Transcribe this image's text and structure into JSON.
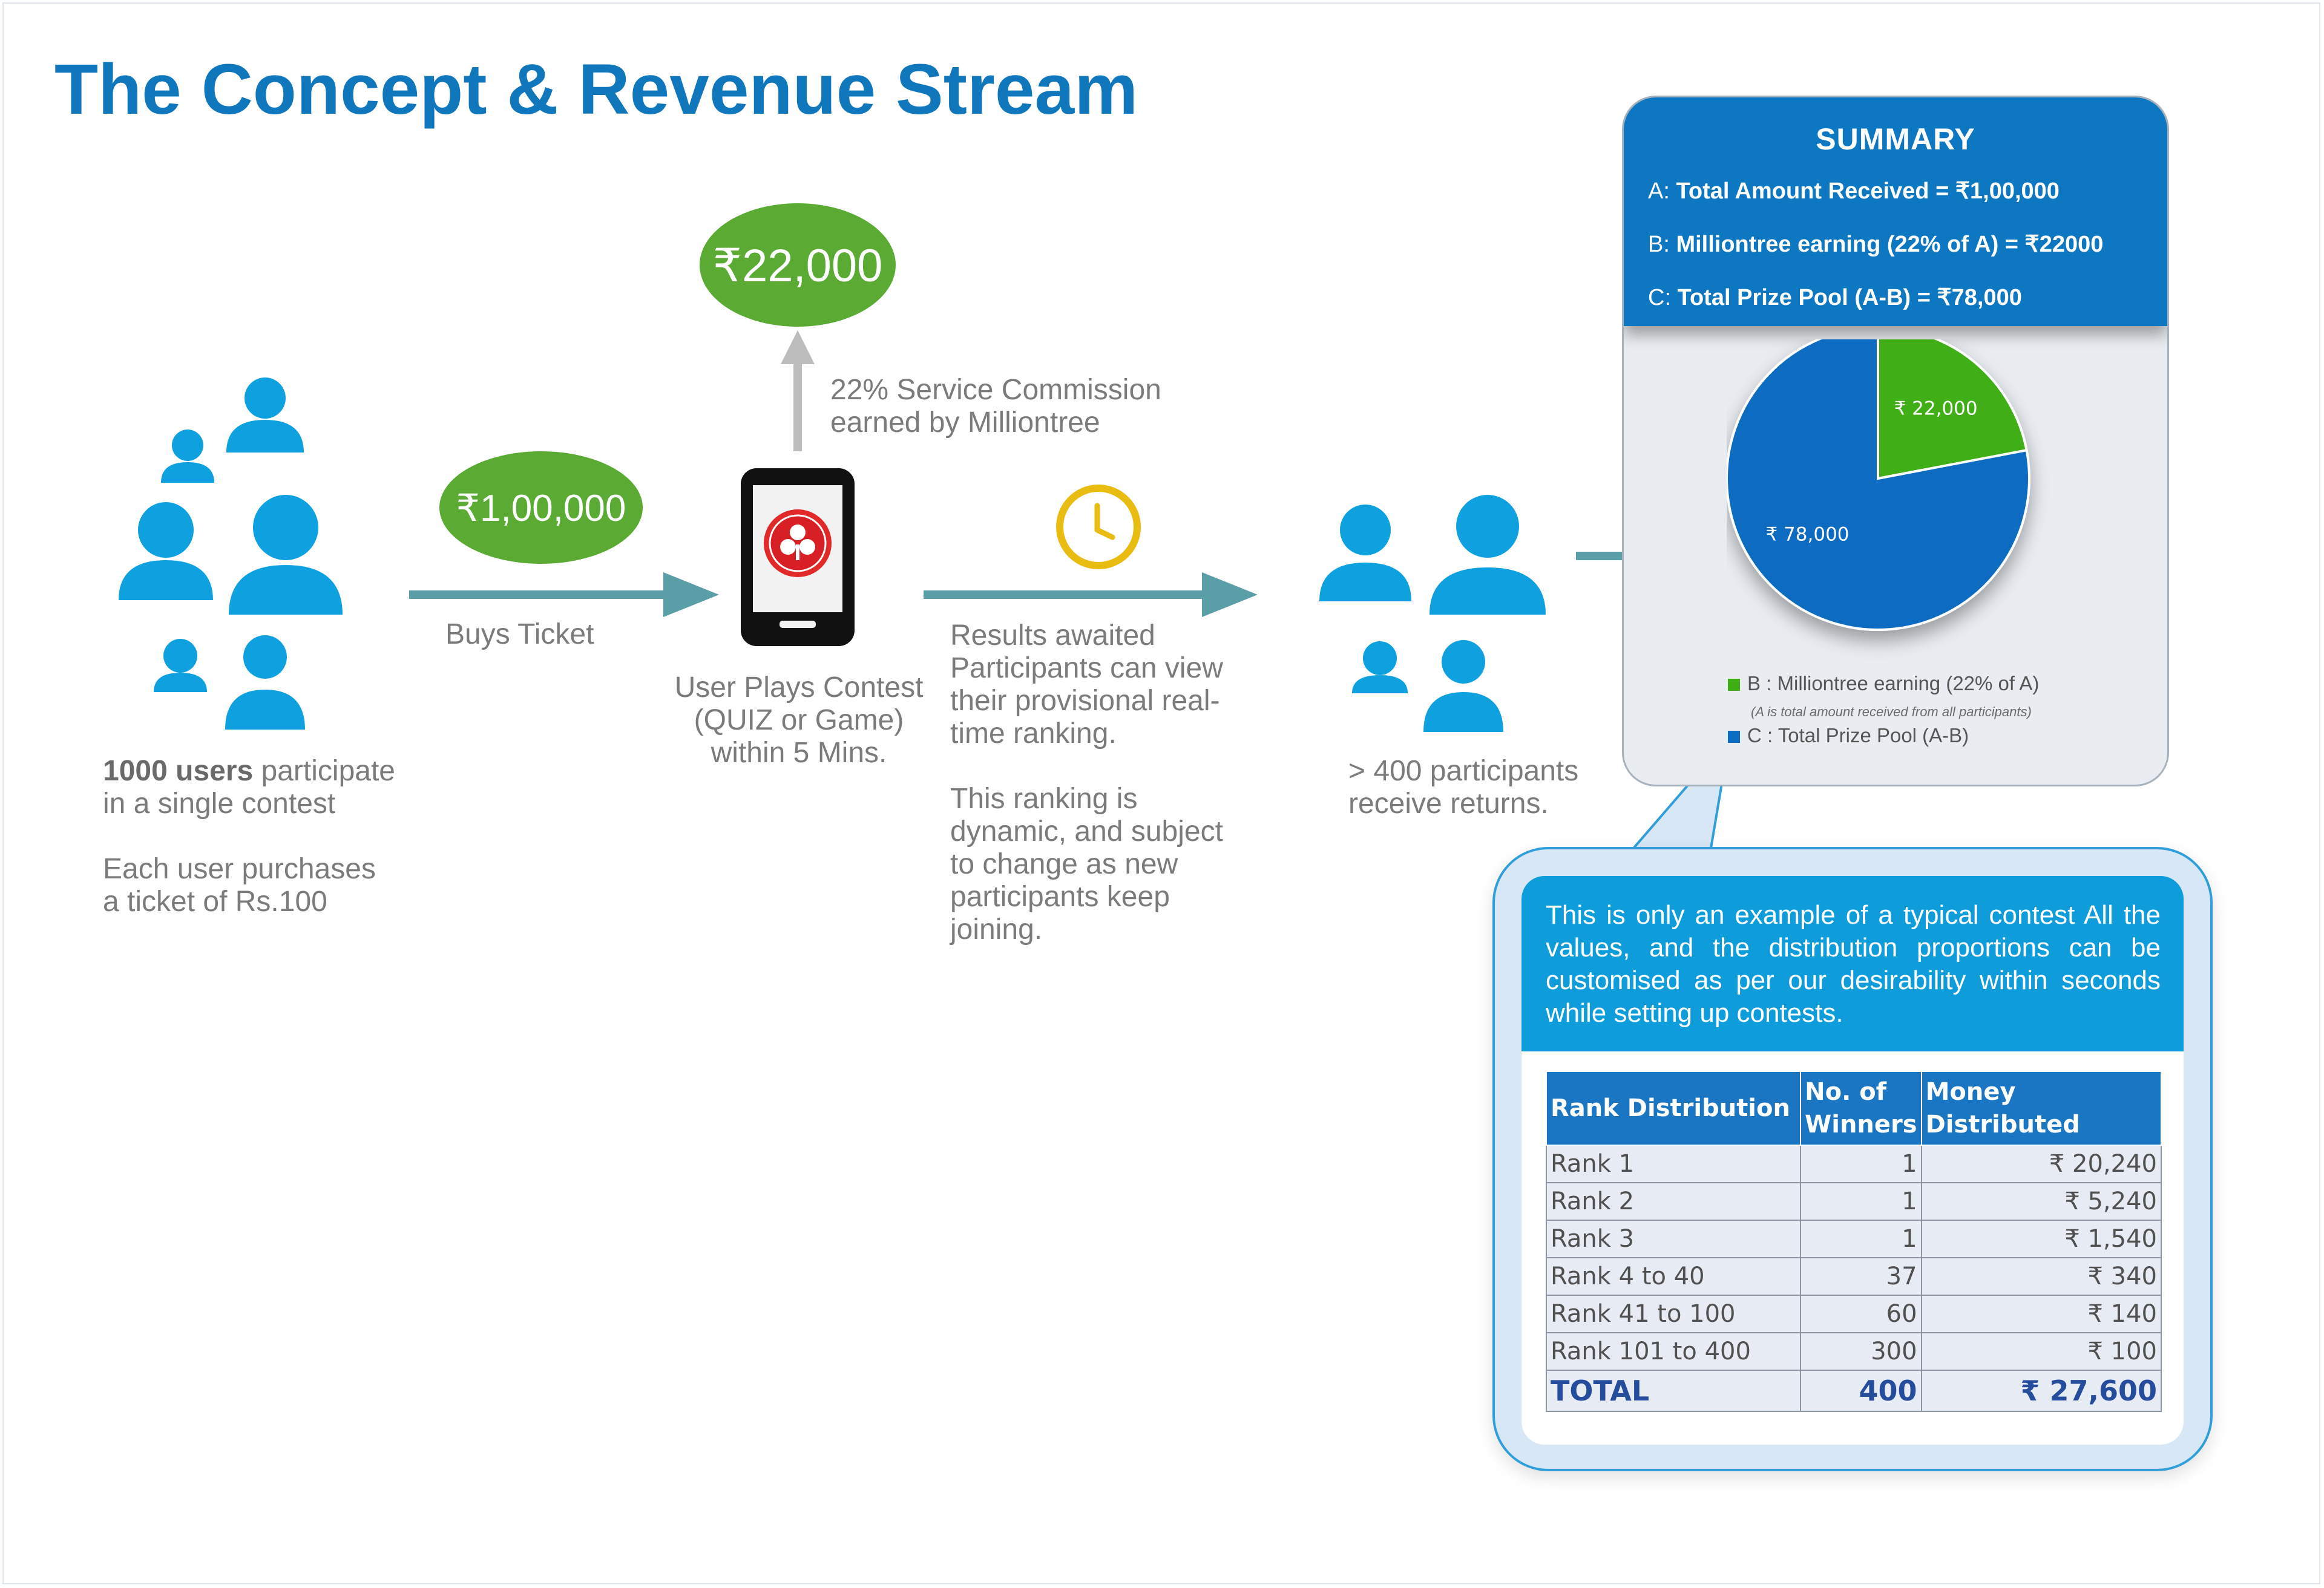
{
  "title": "The Concept & Revenue Stream",
  "users_block": {
    "bold": "1000 users",
    "line1_rest": " participate",
    "line2": "in a single contest",
    "line3": "Each user purchases",
    "line4": "a ticket of Rs.100"
  },
  "ticket_amount": "₹1,00,000",
  "buys_label": "Buys Ticket",
  "commission_amount": "₹22,000",
  "commission_line1": "22% Service Commission",
  "commission_line2": "earned by Milliontree",
  "contest_line1": "User Plays Contest",
  "contest_line2": "(QUIZ or Game)",
  "contest_line3": "within 5 Mins.",
  "results_lines": [
    "Results awaited",
    "Participants can view",
    "their provisional real-",
    "time ranking."
  ],
  "ranking_lines": [
    "This ranking is",
    "dynamic, and subject",
    "to change as new",
    "participants keep",
    "joining."
  ],
  "returns_line1": "> 400 participants",
  "returns_line2": "receive returns.",
  "summary": {
    "title": "SUMMARY",
    "a_prefix": "A:",
    "a_text": " Total Amount Received = ₹1,00,000",
    "b_prefix": "B:",
    "b_text": " Milliontree earning  (22% of A) = ₹22000",
    "c_prefix": "C:",
    "c_text": " Total Prize Pool (A-B) = ₹78,000"
  },
  "chart_data": {
    "type": "pie",
    "slices": [
      {
        "label": "₹ 22,000",
        "value": 22000,
        "color": "#3fae15"
      },
      {
        "label": "₹ 78,000",
        "value": 78000,
        "color": "#0a6cc2"
      }
    ],
    "legend": [
      {
        "text": "B : Milliontree earning  (22% of A)",
        "color": "#3fae15"
      },
      {
        "text": "C : Total Prize Pool (A-B)",
        "color": "#0a6cc2"
      }
    ],
    "legend_note": "(A is total amount received from all participants)"
  },
  "callout_text": "This is only an example of a typical contest All the values, and the distribution proportions can be customised as per our desirability within seconds while setting up contests.",
  "table": {
    "headers": [
      "Rank Distribution",
      "No. of Winners",
      "Money Distributed"
    ],
    "rows": [
      [
        "Rank 1",
        "1",
        "₹ 20,240"
      ],
      [
        "Rank 2",
        "1",
        "₹ 5,240"
      ],
      [
        "Rank 3",
        "1",
        "₹ 1,540"
      ],
      [
        "Rank 4 to 40",
        "37",
        "₹ 340"
      ],
      [
        "Rank 41 to 100",
        "60",
        "₹ 140"
      ],
      [
        "Rank 101 to 400",
        "300",
        "₹ 100"
      ]
    ],
    "total": [
      "TOTAL",
      "400",
      "₹ 27,600"
    ]
  },
  "icons": {
    "people": "person-icon",
    "phone": "mobile-phone-icon",
    "clock": "clock-icon",
    "logo": "club-logo-icon"
  },
  "colors": {
    "title": "#1177bd",
    "person": "#0fa0e0",
    "arrow": "#5a9ea8",
    "oval_green": "#5aaa34",
    "summary_header": "#0d77c1",
    "callout_band": "#0f9cdb",
    "table_header": "#1a76c3"
  }
}
